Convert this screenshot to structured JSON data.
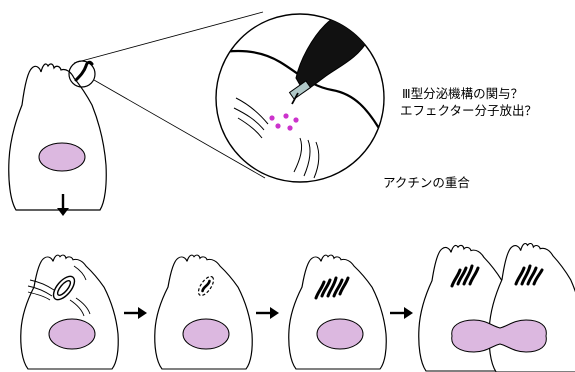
{
  "labels": {
    "secretion": "Ⅲ型分泌機構の関与？",
    "effector": "エフェクター分子放出？",
    "actin": "アクチンの重合"
  },
  "colors": {
    "nucleus": "#dcb8e0",
    "effector_dots": "#cc33cc",
    "outline": "#000000",
    "needle": "#b0c8c8"
  },
  "icons": [
    "cell",
    "nucleus",
    "bacterium",
    "needle-complex",
    "actin-filament",
    "arrow"
  ]
}
